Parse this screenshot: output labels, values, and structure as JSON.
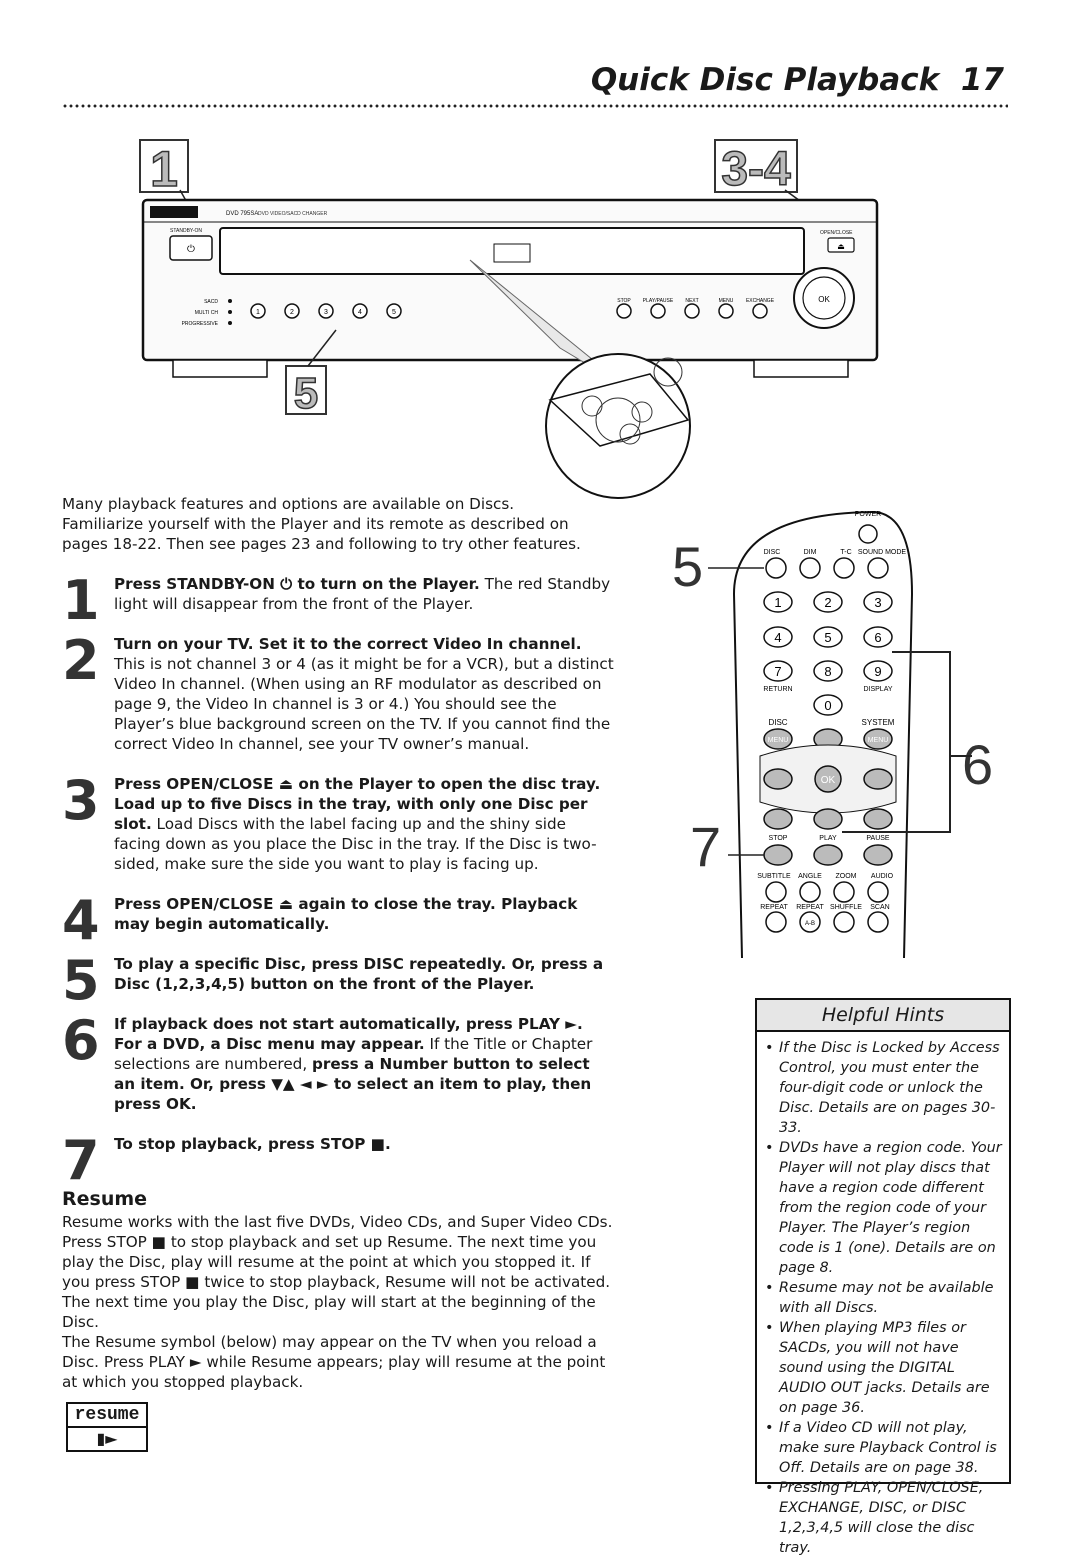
{
  "header": {
    "title": "Quick Disc Playback",
    "page_number": "17"
  },
  "callouts": {
    "step1": "1",
    "step34": "3-4",
    "step5_top": "5",
    "step5_remote": "5",
    "step6_remote": "6",
    "step7_remote": "7"
  },
  "player": {
    "model": "DVD 795SA",
    "model_desc": "DVD VIDEO/SACD CHANGER",
    "standby_label": "STANDBY-ON",
    "open_close_label": "OPEN/CLOSE",
    "mode_labels": [
      "SACD",
      "MULTI CH",
      "PROGRESSIVE"
    ],
    "disc_buttons": [
      "1",
      "2",
      "3",
      "4",
      "5"
    ],
    "transport_labels": [
      "STOP",
      "PLAY/PAUSE",
      "NEXT",
      "MENU",
      "EXCHANGE"
    ],
    "ok_label": "OK"
  },
  "remote": {
    "power_label": "POWER",
    "top_labels": [
      "DISC",
      "DIM",
      "T-C",
      "SOUND MODE"
    ],
    "digits": [
      "1",
      "2",
      "3",
      "4",
      "5",
      "6",
      "7",
      "8",
      "9",
      "0"
    ],
    "return_label": "RETURN",
    "display_label": "DISPLAY",
    "disc_label": "DISC",
    "system_label": "SYSTEM",
    "menu_label": "MENU",
    "ok_label": "OK",
    "transport_labels": [
      "STOP",
      "PLAY",
      "PAUSE"
    ],
    "row_labels": [
      "SUBTITLE",
      "ANGLE",
      "ZOOM",
      "AUDIO"
    ],
    "bottom_labels": [
      "REPEAT",
      "REPEAT",
      "SHUFFLE",
      "SCAN"
    ],
    "ab_label": "A-B"
  },
  "intro": "Many playback features and options are available on Discs. Familiarize yourself with the Player and its remote as described on pages 18-22. Then see pages 23 and following to try other features.",
  "steps": [
    {
      "num": "1",
      "bold": "Press STANDBY-ON ⏻ to turn on the Player.",
      "text": " The red Standby light will disappear from the front of the Player."
    },
    {
      "num": "2",
      "bold": "Turn on your TV. Set it to the correct Video In channel.",
      "text": " This is not channel 3 or 4 (as it might be for a VCR), but a distinct Video In channel. (When using an RF modulator as described on page 9, the Video In channel is 3 or 4.) You should see the Player’s blue background screen on the TV. If you cannot find the correct Video In channel, see your TV owner’s manual."
    },
    {
      "num": "3",
      "bold": "Press OPEN/CLOSE ⏏ on the Player to open the disc tray. Load up to five Discs in the tray, with only one Disc per slot.",
      "text": " Load Discs with the label facing up and the shiny side facing down as you place the Disc in the tray. If the Disc is two-sided, make sure the side you want to play is facing up."
    },
    {
      "num": "4",
      "bold": "Press OPEN/CLOSE ⏏ again to close the tray. Playback may begin automatically.",
      "text": ""
    },
    {
      "num": "5",
      "bold": "To play a specific Disc, press DISC repeatedly. Or, press a Disc (1,2,3,4,5) button on the front of the Player.",
      "text": ""
    },
    {
      "num": "6",
      "bold": "If playback does not start automatically, press PLAY ►. For a DVD, a Disc menu may appear.",
      "text": " If the Title or Chapter selections are numbered, ",
      "bold2": "press a Number button to select an item. Or, press ▼▲ ◄ ► to select an item to play, then press OK."
    },
    {
      "num": "7",
      "bold": "To stop playback, press STOP ■.",
      "text": ""
    }
  ],
  "resume": {
    "heading": "Resume",
    "p1": "Resume works with the last five DVDs, Video CDs, and Super Video CDs. Press STOP ■ to stop playback and set up Resume. The next time you play the Disc, play will resume at the point at which you stopped it. If you press STOP ■ twice to stop playback, Resume will not be activated. The next time you play the Disc, play will start at the beginning of the Disc.",
    "p2": "The Resume symbol (below) may appear on the TV when you reload a Disc. Press PLAY ► while Resume appears; play will resume at the point at which you stopped playback.",
    "symbol_label": "resume",
    "symbol_glyph": "▮►"
  },
  "hints": {
    "title": "Helpful Hints",
    "items": [
      "If the Disc is Locked by Access Control, you must enter the four-digit code or unlock the Disc. Details are on pages 30-33.",
      "DVDs have a region code. Your Player will not play discs that have a region code different from the region code of your Player. The Player’s region code is 1 (one). Details are on page 8.",
      "Resume may not be available with all Discs.",
      "When playing MP3 files or SACDs, you will not have sound using the DIGITAL AUDIO OUT jacks. Details are on page 36.",
      "If a Video CD will not play, make sure Playback Control is Off. Details are on page 38.",
      "Pressing PLAY, OPEN/CLOSE, EXCHANGE, DISC, or DISC 1,2,3,4,5 will close the disc tray."
    ]
  }
}
